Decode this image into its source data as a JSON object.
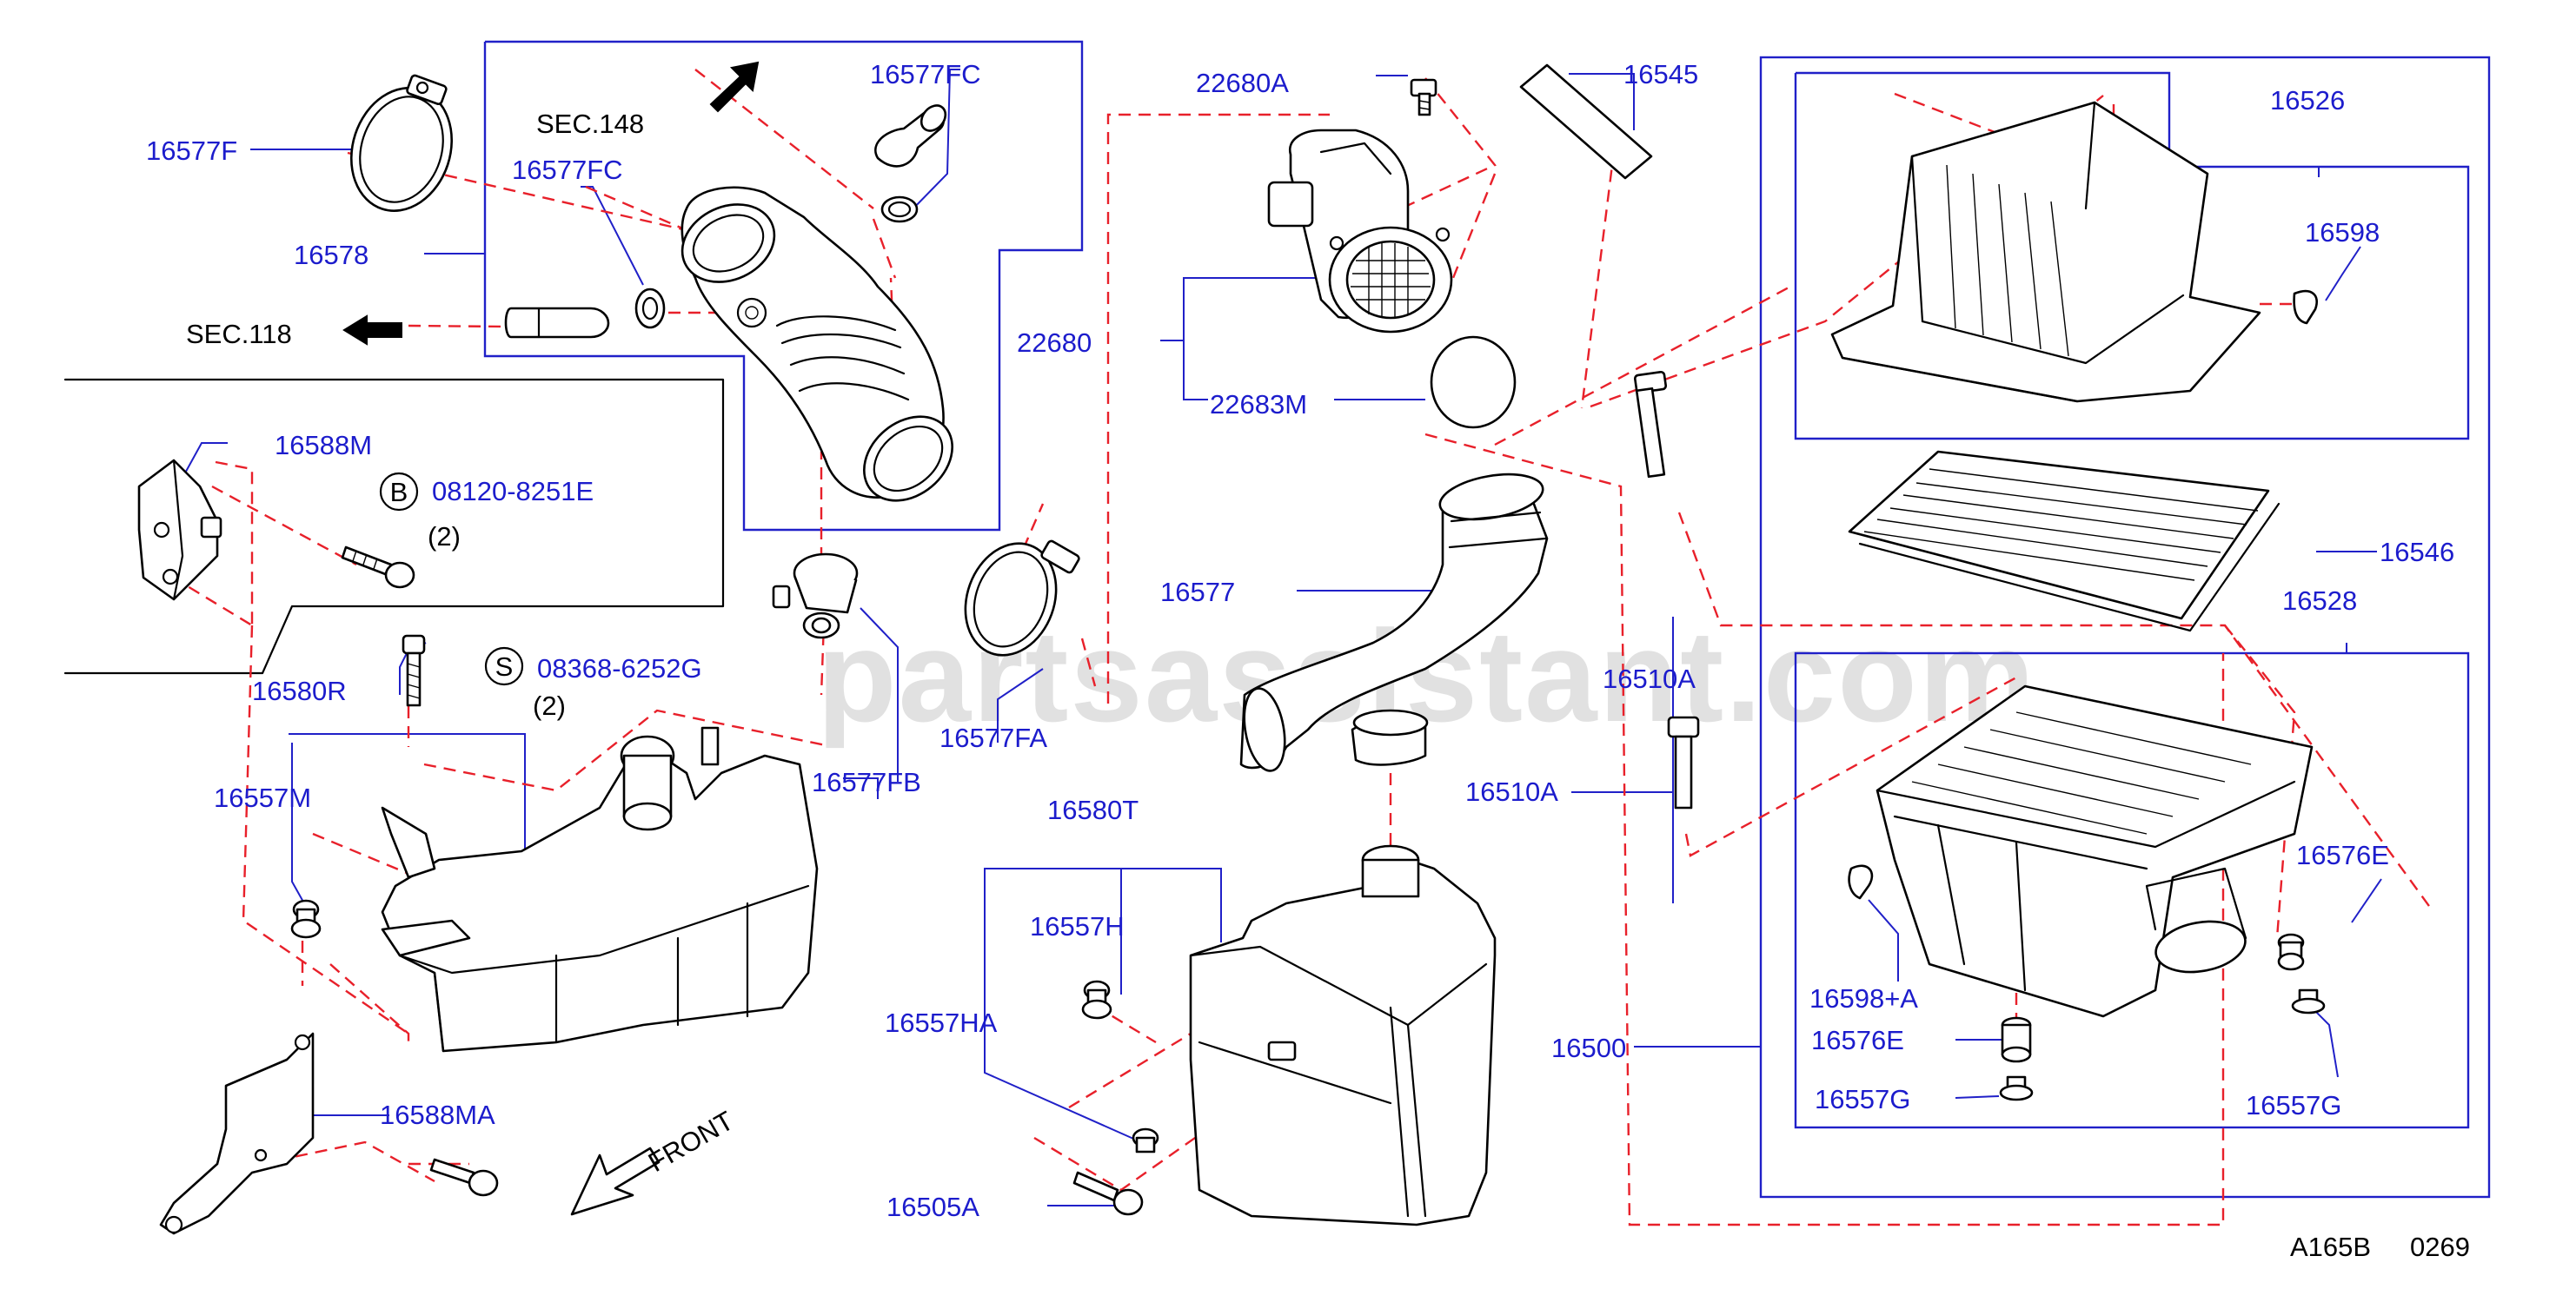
{
  "watermark": "partsassistant.com",
  "sections": {
    "sec148": "SEC.148",
    "sec118": "SEC.118",
    "front": "FRONT"
  },
  "ref_codes": {
    "b_symbol": "B",
    "b_part": "08120-8251E",
    "b_qty": "(2)",
    "s_symbol": "S",
    "s_part": "08368-6252G",
    "s_qty": "(2)"
  },
  "parts": {
    "p16577F": "16577F",
    "p16578": "16578",
    "p16577FC_top": "16577FC",
    "p16577FC_mid": "16577FC",
    "p22680A": "22680A",
    "p16545": "16545",
    "p22680": "22680",
    "p22683M": "22683M",
    "p16588M": "16588M",
    "p16577": "16577",
    "p16580R": "16580R",
    "p16557M": "16557M",
    "p16577FB": "16577FB",
    "p16577FA": "16577FA",
    "p16580T": "16580T",
    "p16557H": "16557H",
    "p16557HA": "16557HA",
    "p16588MA": "16588MA",
    "p16505A": "16505A",
    "p16510A_1": "16510A",
    "p16510A_2": "16510A",
    "p16500": "16500",
    "p16526": "16526",
    "p16598": "16598",
    "p16546": "16546",
    "p16528": "16528",
    "p16576E_right": "16576E",
    "p16598A": "16598+A",
    "p16576E_bottom": "16576E",
    "p16557G_left": "16557G",
    "p16557G_right": "16557G"
  },
  "footer": {
    "drawing_id": "A165B",
    "sheet": "0269"
  },
  "colors": {
    "part_number": "#1c1ccc",
    "callout_box": "#2020c8",
    "dashed_leader": "#e8202a",
    "watermark": "#c9c9c9"
  }
}
